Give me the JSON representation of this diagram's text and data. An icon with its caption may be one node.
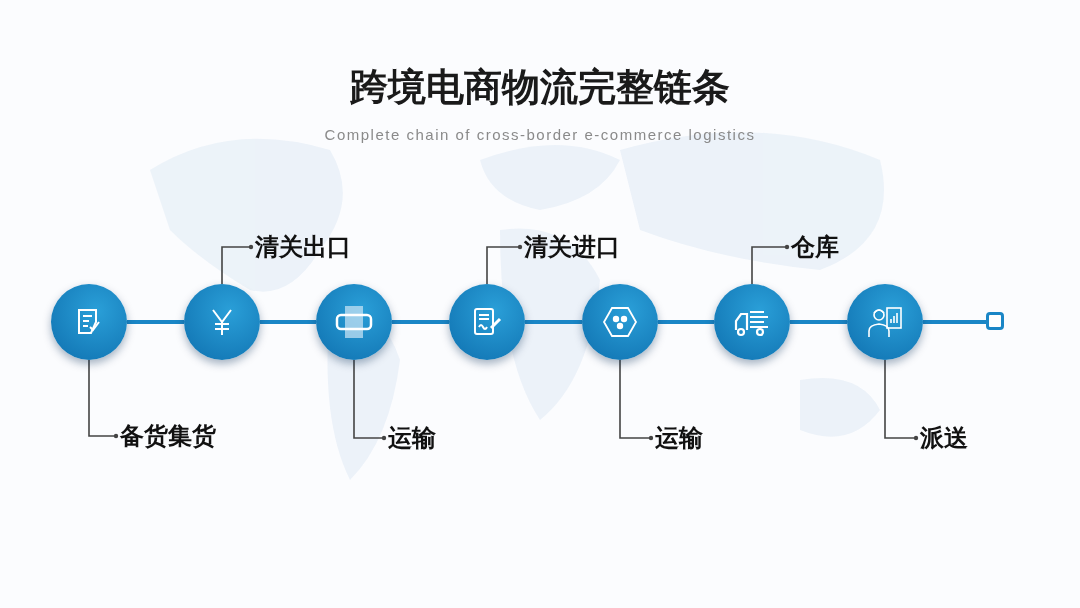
{
  "diagram": {
    "title": "跨境电商物流完整链条",
    "caption": "Complete chain of cross-border e-commerce logistics",
    "nodes": [
      {
        "text": [],
        "shape": "circle"
      },
      {
        "text": [],
        "shape": "circle"
      },
      {
        "text": [],
        "shape": "circle"
      },
      {
        "text": [],
        "shape": "circle"
      },
      {
        "text": [],
        "shape": "circle"
      },
      {
        "text": [],
        "shape": "circle"
      },
      {
        "text": [],
        "shape": "circle"
      },
      {
        "text": [],
        "shape": "box"
      },
      {
        "text": [
          "备货集货"
        ]
      },
      {
        "text": [
          "清关出口"
        ]
      },
      {
        "text": [
          "运输"
        ]
      },
      {
        "text": [
          "清关进口"
        ]
      },
      {
        "text": [
          "运输"
        ]
      },
      {
        "text": [
          "仓库"
        ]
      },
      {
        "text": [
          "派送"
        ]
      }
    ],
    "edges": [
      {
        "from": 0,
        "to": 1,
        "arrow": "none",
        "style": "thick",
        "color": "#1a86c6"
      },
      {
        "from": 1,
        "to": 2,
        "arrow": "none",
        "style": "thick",
        "color": "#1a86c6"
      },
      {
        "from": 2,
        "to": 3,
        "arrow": "none",
        "style": "thick",
        "color": "#1a86c6"
      },
      {
        "from": 3,
        "to": 4,
        "arrow": "none",
        "style": "thick",
        "color": "#1a86c6"
      },
      {
        "from": 4,
        "to": 5,
        "arrow": "none",
        "style": "thick",
        "color": "#1a86c6"
      },
      {
        "from": 5,
        "to": 6,
        "arrow": "none",
        "style": "thick",
        "color": "#1a86c6"
      },
      {
        "from": 6,
        "to": 7,
        "arrow": "none",
        "style": "thick",
        "color": "#1a86c6"
      },
      {
        "from": 0,
        "to": 8,
        "arrow": "other",
        "color": "#444444"
      },
      {
        "from": 1,
        "to": 9,
        "arrow": "other",
        "color": "#444444"
      },
      {
        "from": 2,
        "to": 10,
        "arrow": "other",
        "color": "#444444"
      },
      {
        "from": 3,
        "to": 11,
        "arrow": "other",
        "color": "#444444"
      },
      {
        "from": 4,
        "to": 12,
        "arrow": "other",
        "color": "#444444"
      },
      {
        "from": 5,
        "to": 13,
        "arrow": "other",
        "color": "#444444"
      },
      {
        "from": 6,
        "to": 14,
        "arrow": "other",
        "color": "#444444"
      }
    ]
  }
}
